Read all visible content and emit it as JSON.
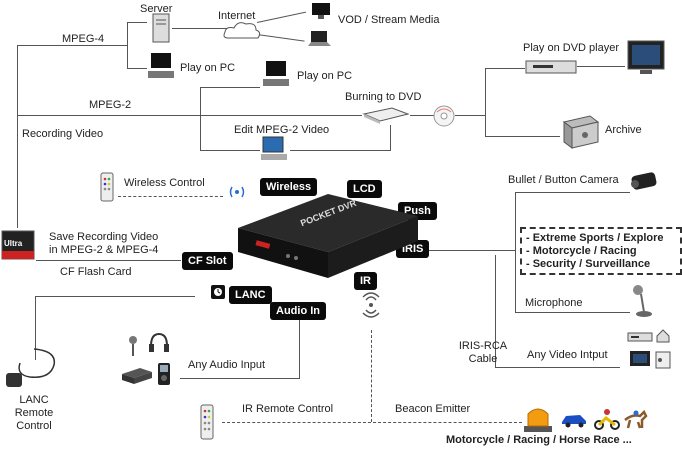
{
  "labels": {
    "server": "Server",
    "internet": "Internet",
    "vod": "VOD / Stream Media",
    "mpeg4": "MPEG-4",
    "play_pc_1": "Play on PC",
    "play_pc_2": "Play on PC",
    "mpeg2": "MPEG-2",
    "burning_dvd": "Burning to DVD",
    "play_dvd": "Play on DVD player",
    "archive": "Archive",
    "recording_video": "Recording Video",
    "edit_mpeg2": "Edit MPEG-2 Video",
    "wireless_control": "Wireless Control",
    "save_recording_1": "Save Recording Video",
    "save_recording_2": "in MPEG-2 & MPEG-4",
    "cf_flash": "CF Flash Card",
    "lanc_remote_1": "LANC",
    "lanc_remote_2": "Remote",
    "lanc_remote_3": "Control",
    "any_audio": "Any Audio Input",
    "ir_remote": "IR Remote Control",
    "beacon": "Beacon Emitter",
    "motorcycle_race": "Motorcycle / Racing / Horse Race ...",
    "bullet_camera": "Bullet / Button Camera",
    "microphone": "Microphone",
    "iris_rca_1": "IRIS-RCA",
    "iris_rca_2": "Cable",
    "any_video": "Any Video Intput",
    "device_brand": "POCKET DVR",
    "cf_card_brand": "Ultra"
  },
  "tags": {
    "wireless": "Wireless",
    "lcd": "LCD",
    "push": "Push",
    "iris": "IRIS",
    "cf_slot": "CF Slot",
    "lanc": "LANC",
    "audio_in": "Audio In",
    "ir": "IR"
  },
  "applications": [
    "- Extreme Sports / Explore",
    "- Motorcycle / Racing",
    "- Security / Surveillance"
  ]
}
